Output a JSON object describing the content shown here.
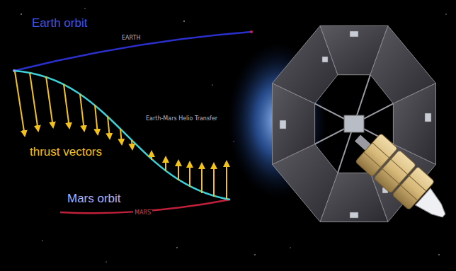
{
  "diagram": {
    "labels": [
      "Earth orbit",
      "EARTH",
      "Earth-Mars Helio Transfer",
      "thrust vectors",
      "Mars orbit",
      "MARS"
    ]
  }
}
